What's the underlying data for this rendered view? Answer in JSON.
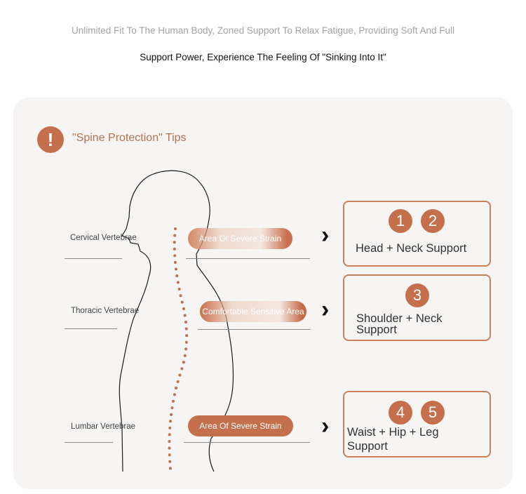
{
  "intro": {
    "line1": "Unlimited Fit To The Human Body, Zoned Support To Relax Fatigue, Providing Soft And Full",
    "line2": "Support Power, Experience The Feeling Of \"Sinking Into It\""
  },
  "tips": {
    "icon_glyph": "!",
    "title": "\"Spine Protection\" Tips"
  },
  "vertebrae": [
    {
      "label": "Cervical Vertebrae",
      "area": "Area Of Severe Strain"
    },
    {
      "label": "Thoracic Vertebrae",
      "area": "Comfortable Sensitive Area"
    },
    {
      "label": "Lumbar Vertebrae",
      "area": "Area Of Severe Strain"
    }
  ],
  "supports": [
    {
      "numbers": [
        "1",
        "2"
      ],
      "text": "Head + Neck Support"
    },
    {
      "numbers": [
        "3"
      ],
      "text_line1": "Shoulder + Neck",
      "text_line2": "Support"
    },
    {
      "numbers": [
        "4",
        "5"
      ],
      "text_line1": "Waist + Hip + Leg",
      "text_line2": "Support"
    }
  ],
  "colors": {
    "accent": "#c4704d",
    "card_bg": "#f6f5f4"
  },
  "icons": {
    "alert": "exclamation-circle-icon",
    "arrow": "chevron-right-icon"
  }
}
